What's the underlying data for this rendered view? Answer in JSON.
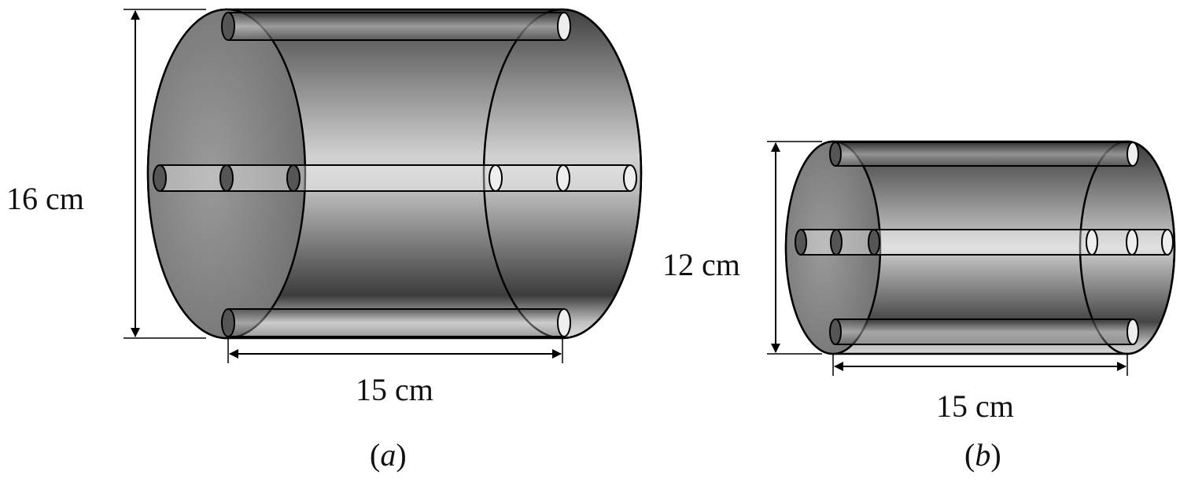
{
  "figure_a": {
    "height_label": "16 cm",
    "length_label": "15 cm",
    "caption_open": "(",
    "caption_letter": "a",
    "caption_close": ")"
  },
  "figure_b": {
    "height_label": "12 cm",
    "length_label": "15 cm",
    "caption_open": "(",
    "caption_letter": "b",
    "caption_close": ")"
  },
  "colors": {
    "body_dark": "#3a3a3a",
    "body_light": "#d8d8d8",
    "face": "#8c8c8c",
    "outline": "#000000"
  }
}
